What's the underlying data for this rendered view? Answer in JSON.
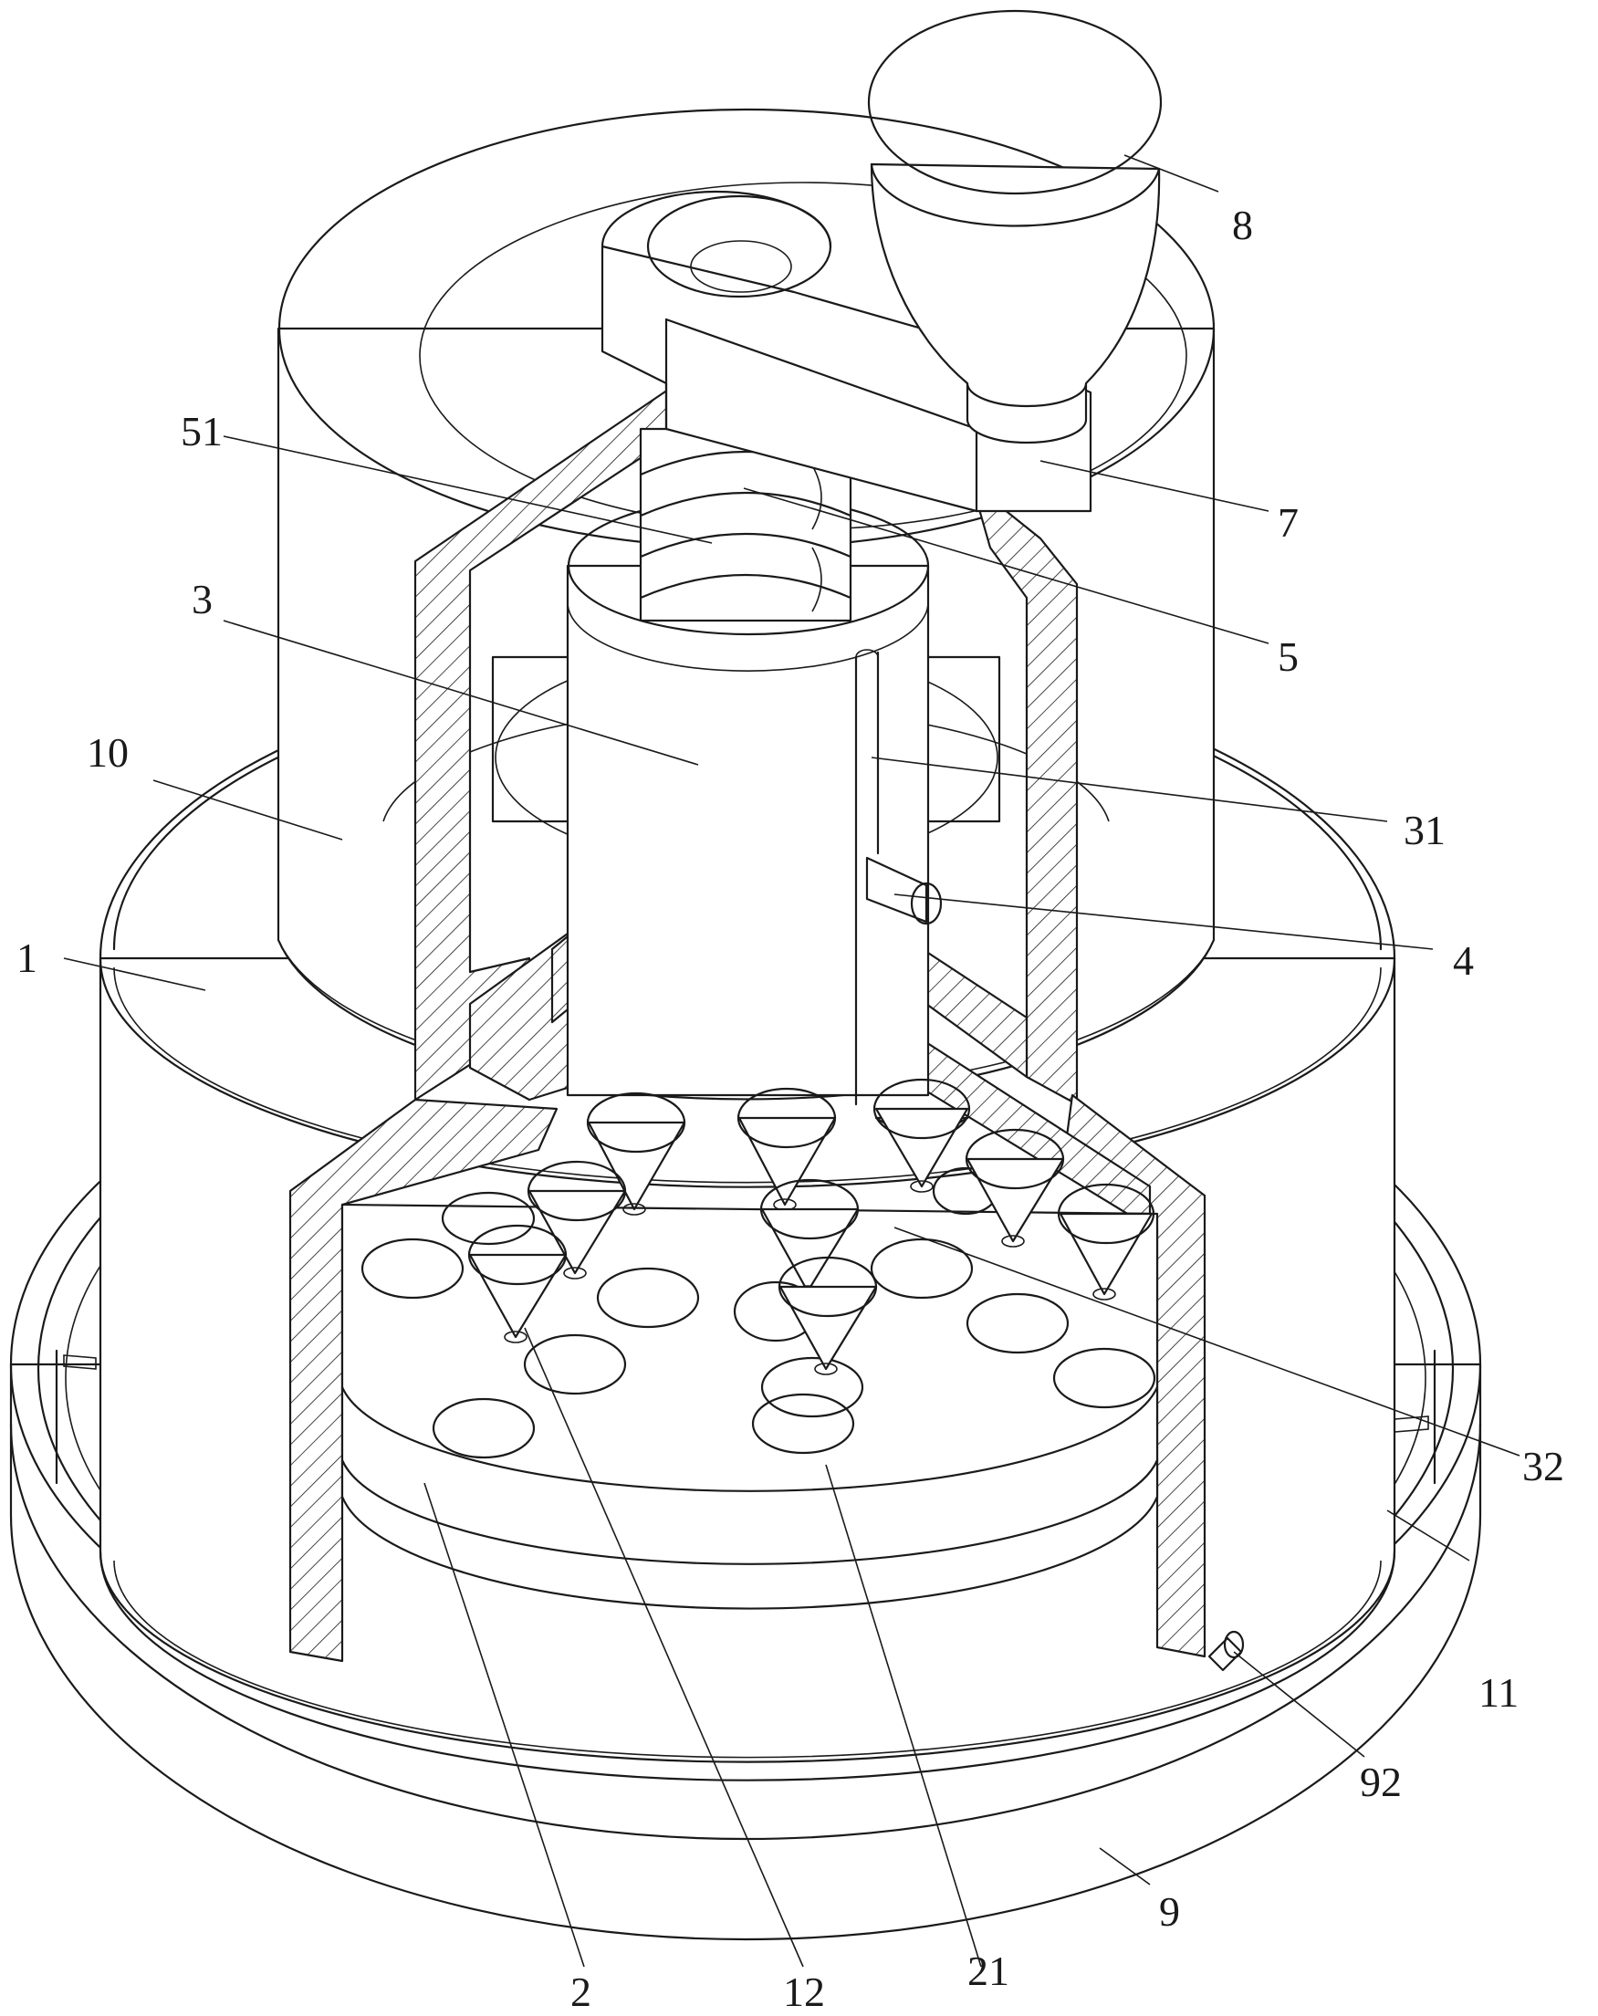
{
  "labels": {
    "l8": "8",
    "l51": "51",
    "l7": "7",
    "l5": "5",
    "l3": "3",
    "l10": "10",
    "l31": "31",
    "l1": "1",
    "l4": "4",
    "l32": "32",
    "l11": "11",
    "l92": "92",
    "l9": "9",
    "l2": "2",
    "l12": "12",
    "l21": "21"
  }
}
